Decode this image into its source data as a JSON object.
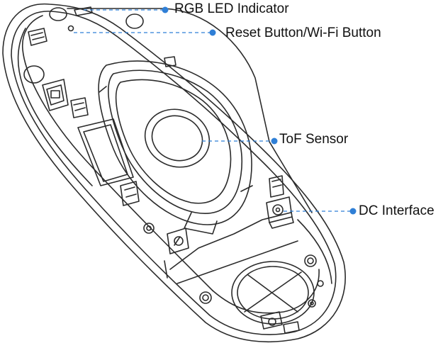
{
  "diagram": {
    "accent_color": "#2f7fd6",
    "line_color": "#2b2b2b",
    "callouts": {
      "rgb_led": "RGB LED Indicator",
      "reset_button": "Reset Button/Wi-Fi Button",
      "tof_sensor": "ToF Sensor",
      "dc_interface": "DC Interface"
    }
  }
}
